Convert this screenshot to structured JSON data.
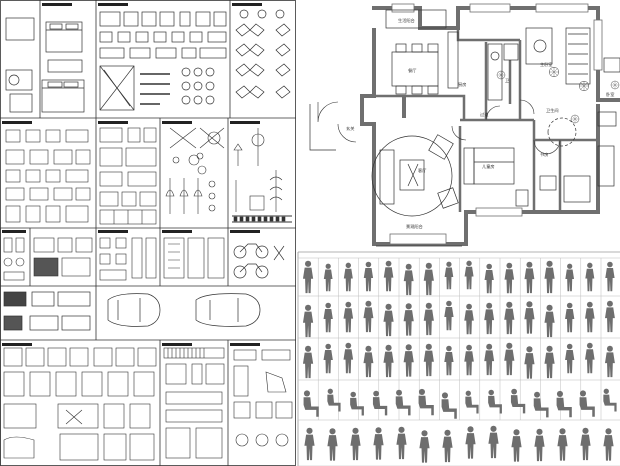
{
  "floorplan": {
    "rooms": [
      {
        "id": "living",
        "text": "客厅"
      },
      {
        "id": "dining",
        "text": "餐厅"
      },
      {
        "id": "kitchen",
        "text": "厨房"
      },
      {
        "id": "master",
        "text": "主卧室"
      },
      {
        "id": "entrance",
        "text": "玄关"
      },
      {
        "id": "corridor",
        "text": "过道"
      },
      {
        "id": "bedroom",
        "text": "儿童房"
      },
      {
        "id": "bath",
        "text": "卫生间"
      },
      {
        "id": "study",
        "text": "书房"
      },
      {
        "id": "balcony_top",
        "text": "生活阳台"
      },
      {
        "id": "balcony_bottom",
        "text": "景观阳台"
      },
      {
        "id": "wc",
        "text": "卫"
      },
      {
        "id": "right_room",
        "text": "卧室"
      }
    ]
  },
  "colors": {
    "line": "#333333",
    "wall": "#6f6f6f",
    "silhouette": "#6e6e6e",
    "cell_border": "#9a9a9a",
    "panel_header": "#222222",
    "background": "#ffffff"
  },
  "icons": {
    "cad_panel": "cad-block-sheet-icon",
    "car": "car-top-view-icon",
    "person": "person-silhouette-icon",
    "motorcycle": "motorcycle-icon",
    "tree": "plant-plan-icon"
  }
}
